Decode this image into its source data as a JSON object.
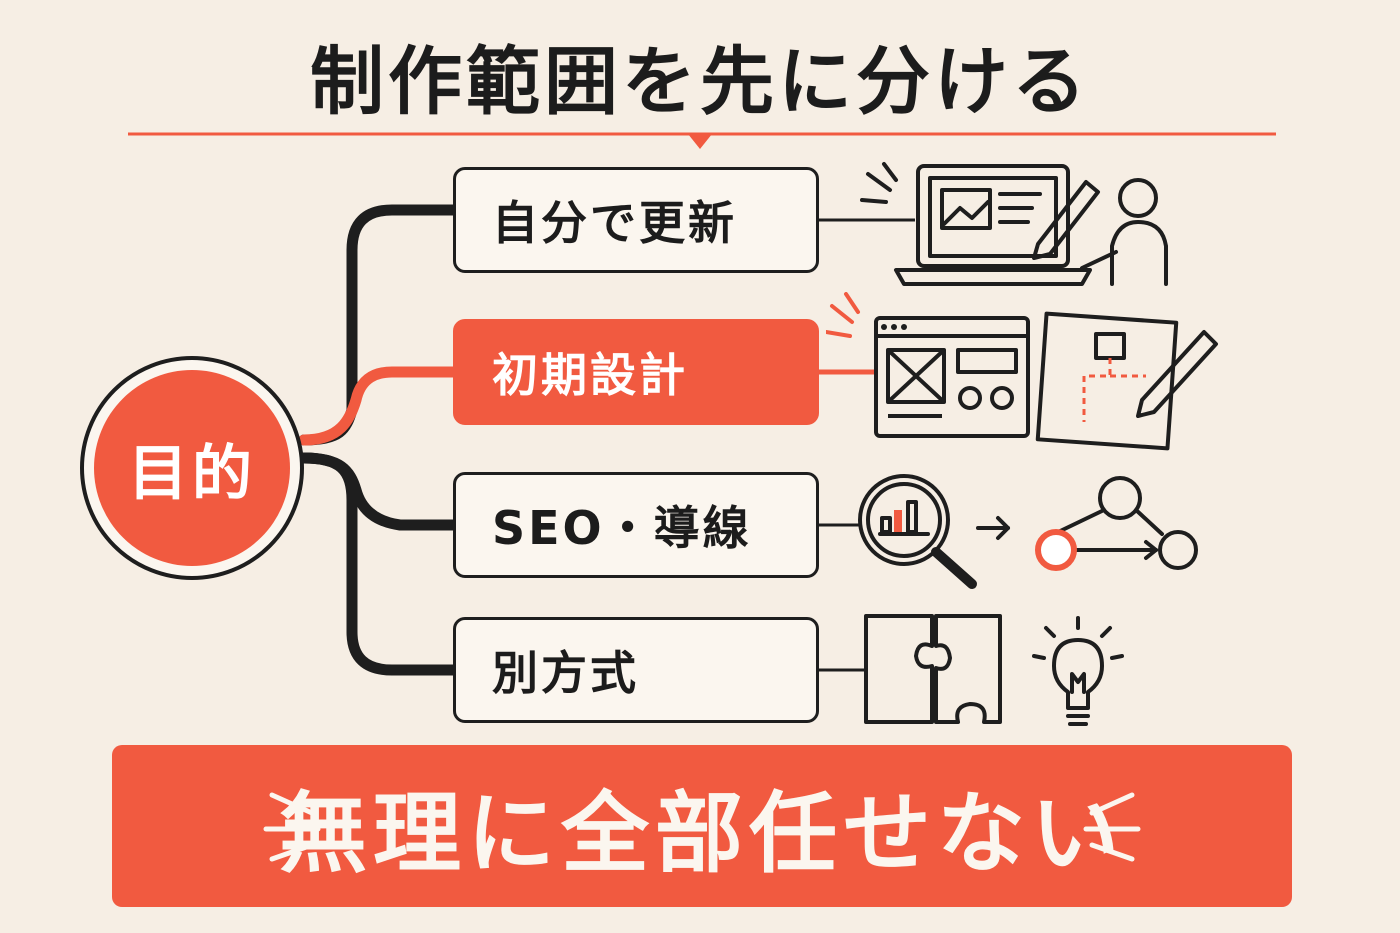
{
  "title": "制作範囲を先に分ける",
  "center": {
    "label": "目的"
  },
  "branches": [
    {
      "label": "自分で更新",
      "icon": "laptop-editing-icon",
      "active": false
    },
    {
      "label": "初期設計",
      "icon": "wireframe-blueprint-icon",
      "active": true
    },
    {
      "label": "SEO・導線",
      "icon": "magnifier-flow-icon",
      "active": false
    },
    {
      "label": "別方式",
      "icon": "puzzle-lightbulb-icon",
      "active": false
    }
  ],
  "footer": {
    "message": "無理に全部任せない"
  },
  "colors": {
    "accent": "#f15a40",
    "ink": "#1e1e1e",
    "paper": "#f6eee4"
  }
}
